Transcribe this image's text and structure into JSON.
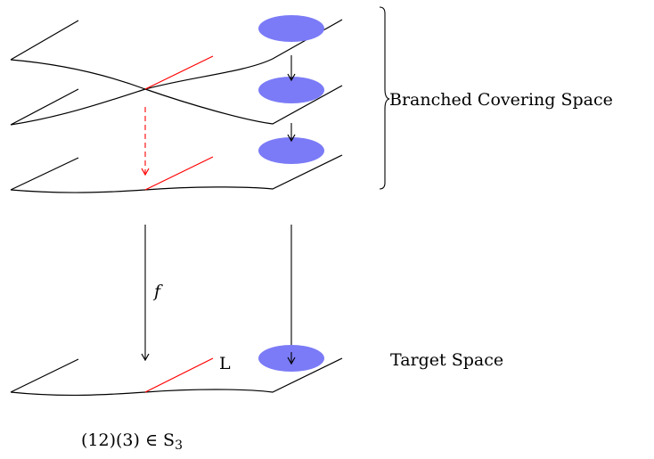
{
  "labels": {
    "branched_covering_space": "Branched Covering Space",
    "target_space": "Target Space",
    "map_label": "f",
    "line_label": "L",
    "permutation_base": "(12)(3) ∈ S",
    "permutation_subscript": "3"
  },
  "colors": {
    "disk_fill": "#7b7bf7",
    "branch_line": "#ff0000",
    "stroke": "#000000"
  }
}
